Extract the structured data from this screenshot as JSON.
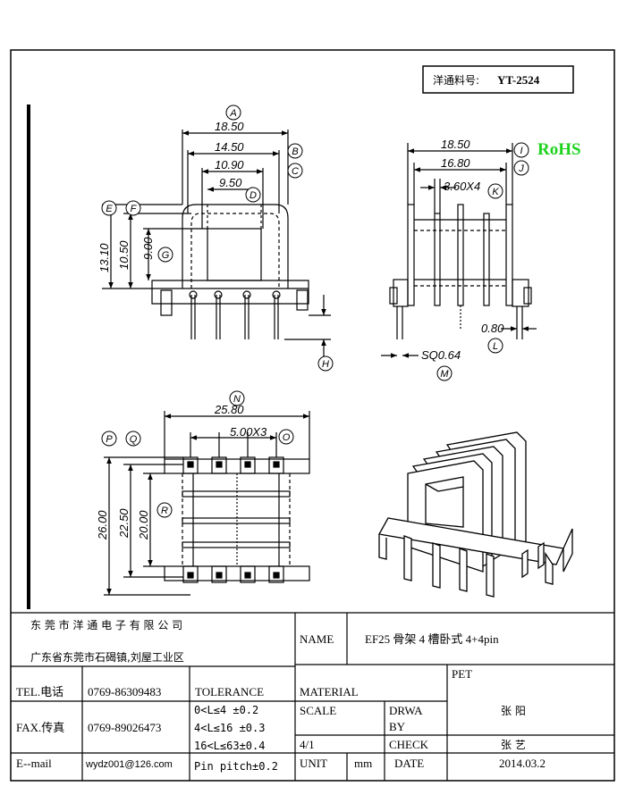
{
  "part_number": {
    "label": "洋通料号:",
    "value": "YT-2524"
  },
  "rohs": "RoHS",
  "front_view": {
    "dims": {
      "overall_width": "18.50",
      "w2": "14.50",
      "w3": "10.90",
      "w4": "9.50",
      "h_total": "13.10",
      "h2": "10.50",
      "h3": "9.00"
    },
    "labels": {
      "A": "A",
      "B": "B",
      "C": "C",
      "D": "D",
      "E": "E",
      "F": "F",
      "G": "G",
      "H": "H"
    }
  },
  "side_view": {
    "dims": {
      "width": "18.50",
      "w2": "16.80",
      "pitch": "3.60X4",
      "pin_t": "0.80",
      "pin_sq": "SQ0.64"
    },
    "labels": {
      "I": "I",
      "J": "J",
      "K": "K",
      "L": "L",
      "M": "M"
    }
  },
  "bottom_view": {
    "dims": {
      "width": "25.80",
      "pitch": "5.00X3",
      "h1": "26.00",
      "h2": "22.50",
      "h3": "20.00"
    },
    "labels": {
      "N": "N",
      "O": "O",
      "P": "P",
      "Q": "Q",
      "R": "R"
    }
  },
  "title_block": {
    "company": "东 莞 市 洋 通 电 子 有 限 公 司",
    "address": "广东省东莞市石碣镇,刘屋工业区",
    "name_label": "NAME",
    "name_value": "EF25 骨架 4 槽卧式 4+4pin",
    "tel_label": "TEL.电话",
    "tel_value": "0769-86309483",
    "fax_label": "FAX.传真",
    "fax_value": "0769-89026473",
    "email_label": "E--mail",
    "email_value": "wydz001@126.com",
    "tolerance_label": "TOLERANCE",
    "tolerance_rows": [
      "0<L≤4  ±0.2",
      "4<L≤16 ±0.3",
      "16<L≤63±0.4",
      "Pin pitch±0.2"
    ],
    "material_label": "MATERIAL",
    "material_value": "PET",
    "scale_label": "SCALE",
    "scale_value": "4/1",
    "drawn_label_1": "DRWA",
    "drawn_label_2": "BY",
    "drawn_value": "张  阳",
    "check_label": "CHECK",
    "check_value": "张  艺",
    "unit_label": "UNIT",
    "unit_value": "mm",
    "date_label": "DATE",
    "date_value": "2014.03.2"
  }
}
